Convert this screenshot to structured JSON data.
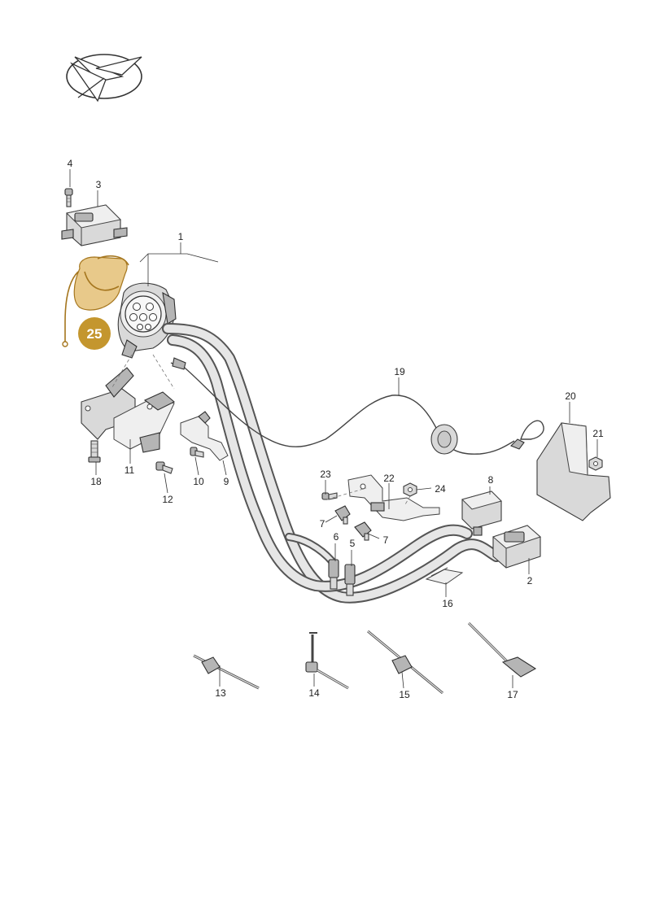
{
  "highlight": {
    "label": "25",
    "color": "#c4962e"
  },
  "callouts": {
    "c1": "1",
    "c2": "2",
    "c3": "3",
    "c4": "4",
    "c5": "5",
    "c6": "6",
    "c7a": "7",
    "c7b": "7",
    "c8": "8",
    "c9": "9",
    "c10": "10",
    "c11": "11",
    "c12": "12",
    "c13": "13",
    "c14": "14",
    "c15": "15",
    "c16": "16",
    "c17": "17",
    "c18": "18",
    "c19": "19",
    "c20": "20",
    "c21": "21",
    "c22": "22",
    "c23": "23",
    "c24": "24"
  }
}
